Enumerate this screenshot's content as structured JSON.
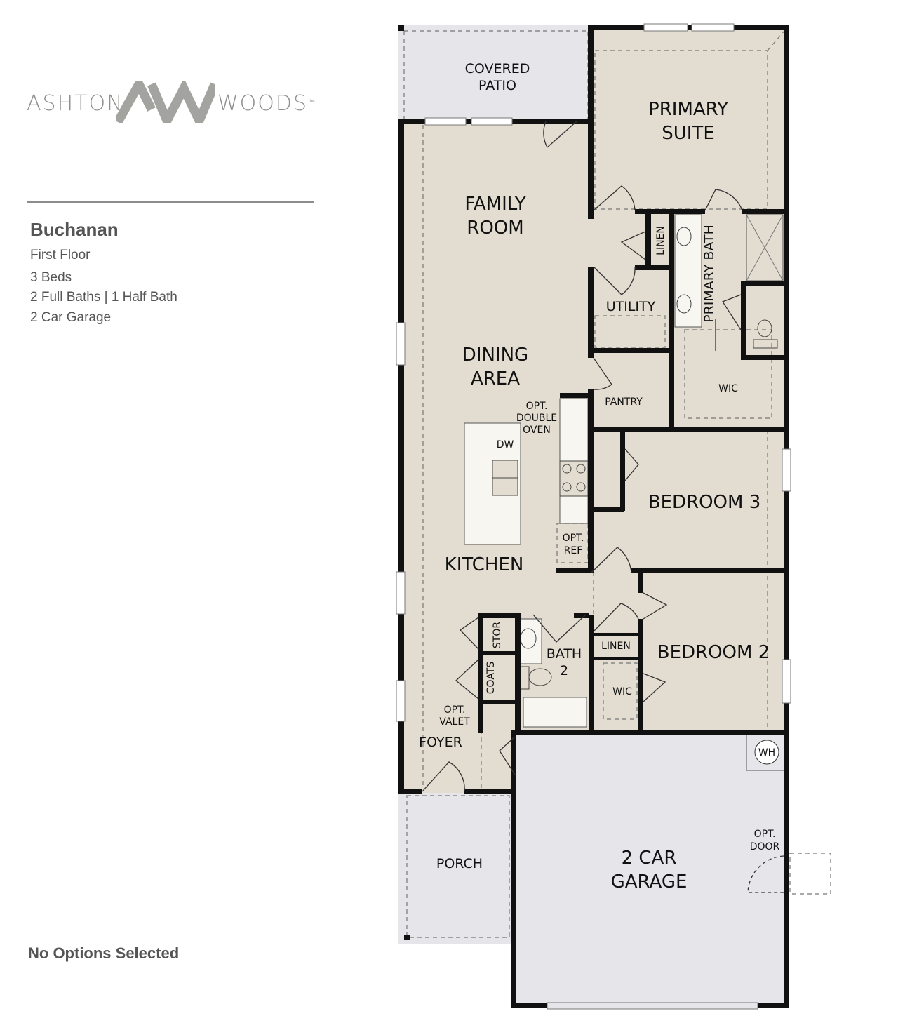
{
  "brand": {
    "left_word": "ASHTON",
    "right_word": "WOODS",
    "mark": "AW",
    "trademark": "™",
    "mark_color": "#a3a3a0"
  },
  "plan": {
    "name": "Buchanan",
    "floor": "First Floor",
    "beds": "3 Beds",
    "baths": "2 Full Baths | 1 Half Bath",
    "garage": "2 Car Garage"
  },
  "footer": {
    "options": "No Options Selected"
  },
  "colors": {
    "room_fill": "#e3dcd0",
    "outdoor_fill": "#e6e6ea",
    "wall": "#111111",
    "fixture": "#f8f6f1"
  },
  "rooms": {
    "covered_patio": [
      "COVERED",
      "PATIO"
    ],
    "primary_suite": [
      "PRIMARY",
      "SUITE"
    ],
    "family_room": [
      "FAMILY",
      "ROOM"
    ],
    "linen_primary": "LINEN",
    "primary_bath": "PRIMARY BATH",
    "utility": "UTILITY",
    "dining_area": [
      "DINING",
      "AREA"
    ],
    "pantry": "PANTRY",
    "wic_primary": "WIC",
    "opt_double_oven": [
      "OPT.",
      "DOUBLE",
      "OVEN"
    ],
    "dw": "DW",
    "bedroom_3": "BEDROOM 3",
    "opt_ref": [
      "OPT.",
      "REF"
    ],
    "kitchen": "KITCHEN",
    "stor": "STOR",
    "bath_2": [
      "BATH",
      "2"
    ],
    "linen_hall": "LINEN",
    "bedroom_2": "BEDROOM 2",
    "coats": "COATS",
    "wic_bed2": "WIC",
    "opt_valet": [
      "OPT.",
      "VALET"
    ],
    "foyer": "FOYER",
    "wh": "WH",
    "opt_door": [
      "OPT.",
      "DOOR"
    ],
    "porch": "PORCH",
    "garage": [
      "2 CAR",
      "GARAGE"
    ]
  }
}
